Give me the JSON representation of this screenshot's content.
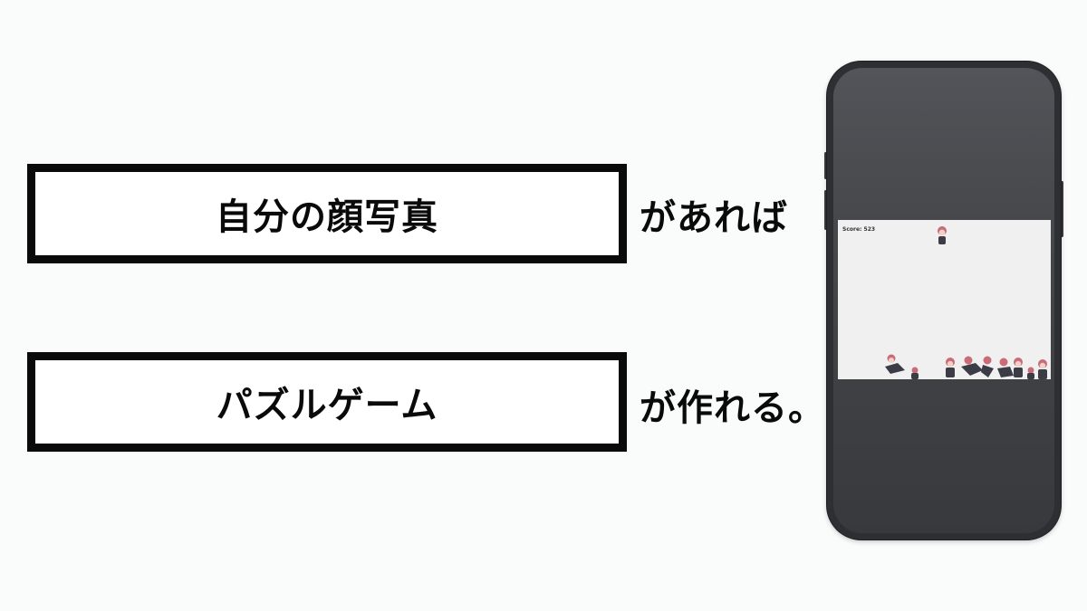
{
  "rows": [
    {
      "box_text": "自分の顔写真",
      "suffix": "があれば"
    },
    {
      "box_text": "パズルゲーム",
      "suffix": "が作れる。"
    }
  ],
  "game": {
    "score_text": "Score: 523"
  },
  "colors": {
    "background": "#fafcfc",
    "box_border": "#0a0a0a",
    "phone_body": "#2e2f33",
    "game_bg": "#f0f0f0",
    "character_hair": "#c96b78",
    "character_body": "#3c3c46"
  },
  "icons": [
    "character-sprite",
    "character-sprite-falling"
  ]
}
